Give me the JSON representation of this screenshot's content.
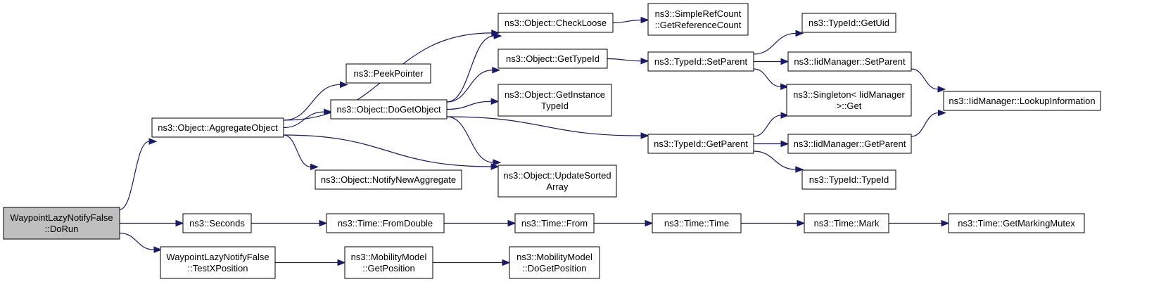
{
  "colors": {
    "edge": "#191970",
    "node_fill": "#ffffff",
    "root_fill": "#bfbfbf",
    "border": "#000000"
  },
  "nodes": [
    {
      "id": "root",
      "lines": [
        "WaypointLazyNotifyFalse",
        "::DoRun"
      ],
      "root": true
    },
    {
      "id": "aggregate",
      "lines": [
        "ns3::Object::AggregateObject"
      ]
    },
    {
      "id": "seconds",
      "lines": [
        "ns3::Seconds"
      ]
    },
    {
      "id": "testx",
      "lines": [
        "WaypointLazyNotifyFalse",
        "::TestXPosition"
      ]
    },
    {
      "id": "peek",
      "lines": [
        "ns3::PeekPointer"
      ]
    },
    {
      "id": "dogetobj",
      "lines": [
        "ns3::Object::DoGetObject"
      ]
    },
    {
      "id": "notifynew",
      "lines": [
        "ns3::Object::NotifyNewAggregate"
      ]
    },
    {
      "id": "checkloose",
      "lines": [
        "ns3::Object::CheckLoose"
      ]
    },
    {
      "id": "gettypeid",
      "lines": [
        "ns3::Object::GetTypeId"
      ]
    },
    {
      "id": "getinst",
      "lines": [
        "ns3::Object::GetInstance",
        "TypeId"
      ]
    },
    {
      "id": "updsorted",
      "lines": [
        "ns3::Object::UpdateSorted",
        "Array"
      ]
    },
    {
      "id": "simpleref",
      "lines": [
        "ns3::SimpleRefCount",
        "::GetReferenceCount"
      ]
    },
    {
      "id": "setparent",
      "lines": [
        "ns3::TypeId::SetParent"
      ]
    },
    {
      "id": "getparent",
      "lines": [
        "ns3::TypeId::GetParent"
      ]
    },
    {
      "id": "getuid",
      "lines": [
        "ns3::TypeId::GetUid"
      ]
    },
    {
      "id": "iidset",
      "lines": [
        "ns3::IidManager::SetParent"
      ]
    },
    {
      "id": "singleton",
      "lines": [
        "ns3::Singleton< IidManager",
        ">::Get"
      ]
    },
    {
      "id": "iidget",
      "lines": [
        "ns3::IidManager::GetParent"
      ]
    },
    {
      "id": "typeidctor",
      "lines": [
        "ns3::TypeId::TypeId"
      ]
    },
    {
      "id": "lookup",
      "lines": [
        "ns3::IidManager::LookupInformation"
      ]
    },
    {
      "id": "fromdouble",
      "lines": [
        "ns3::Time::FromDouble"
      ]
    },
    {
      "id": "from",
      "lines": [
        "ns3::Time::From"
      ]
    },
    {
      "id": "time",
      "lines": [
        "ns3::Time::Time"
      ]
    },
    {
      "id": "mark",
      "lines": [
        "ns3::Time::Mark"
      ]
    },
    {
      "id": "getmutex",
      "lines": [
        "ns3::Time::GetMarkingMutex"
      ]
    },
    {
      "id": "mobgetpos",
      "lines": [
        "ns3::MobilityModel",
        "::GetPosition"
      ]
    },
    {
      "id": "mobdogetpos",
      "lines": [
        "ns3::MobilityModel",
        "::DoGetPosition"
      ]
    }
  ],
  "edges": [
    [
      "root",
      "aggregate"
    ],
    [
      "root",
      "seconds"
    ],
    [
      "root",
      "testx"
    ],
    [
      "aggregate",
      "checkloose"
    ],
    [
      "aggregate",
      "peek"
    ],
    [
      "aggregate",
      "dogetobj"
    ],
    [
      "aggregate",
      "notifynew"
    ],
    [
      "aggregate",
      "updsorted"
    ],
    [
      "dogetobj",
      "checkloose"
    ],
    [
      "dogetobj",
      "gettypeid"
    ],
    [
      "dogetobj",
      "getinst"
    ],
    [
      "dogetobj",
      "updsorted"
    ],
    [
      "dogetobj",
      "getparent"
    ],
    [
      "checkloose",
      "simpleref"
    ],
    [
      "gettypeid",
      "setparent"
    ],
    [
      "setparent",
      "getuid"
    ],
    [
      "setparent",
      "iidset"
    ],
    [
      "setparent",
      "singleton"
    ],
    [
      "getparent",
      "singleton"
    ],
    [
      "getparent",
      "iidget"
    ],
    [
      "getparent",
      "typeidctor"
    ],
    [
      "iidset",
      "lookup"
    ],
    [
      "iidget",
      "lookup"
    ],
    [
      "seconds",
      "fromdouble"
    ],
    [
      "fromdouble",
      "from"
    ],
    [
      "from",
      "time"
    ],
    [
      "time",
      "mark"
    ],
    [
      "mark",
      "getmutex"
    ],
    [
      "testx",
      "mobgetpos"
    ],
    [
      "mobgetpos",
      "mobdogetpos"
    ]
  ]
}
